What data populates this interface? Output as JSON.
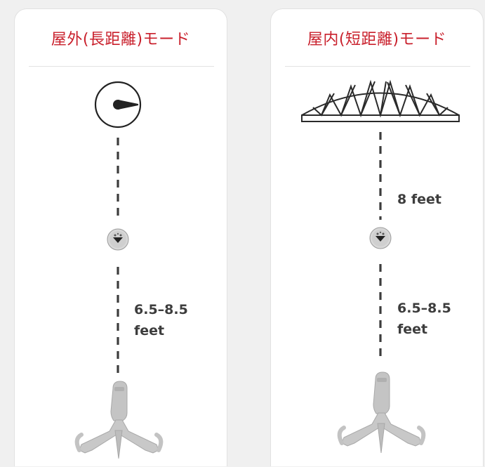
{
  "outdoor": {
    "title": "屋外(長距離)モード",
    "distance_value": "6.5–8.5",
    "distance_unit": "feet"
  },
  "indoor": {
    "title": "屋内(短距離)モード",
    "ceiling_distance": "8 feet",
    "distance_value": "6.5–8.5",
    "distance_unit": "feet"
  },
  "colors": {
    "accent": "#c9202c",
    "text": "#3d3d3d",
    "line": "#3c3c3c",
    "card": "#ffffff",
    "background": "#f0f0f0"
  }
}
